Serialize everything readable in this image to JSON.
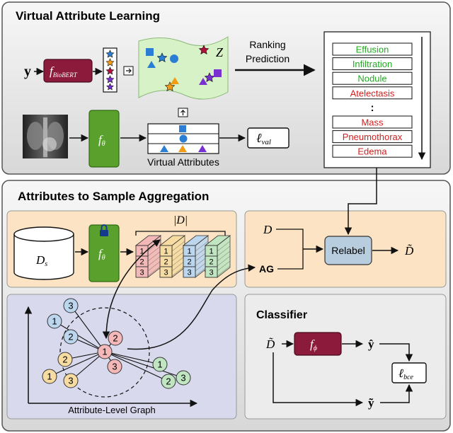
{
  "sections": {
    "virtual_attribute": {
      "title": "Virtual Attribute Learning"
    },
    "aggregation": {
      "title": "Attributes to Sample Aggregation"
    },
    "classifier": {
      "title": "Classifier"
    }
  },
  "labels": {
    "y": "y",
    "f_bert": "f",
    "f_bert_sub": "BioBERT",
    "z": "Z",
    "ranking_line1": "Ranking",
    "ranking_line2": "Prediction",
    "f_theta": "f",
    "f_theta_sub": "θ",
    "virtual_attributes": "Virtual Attributes",
    "l_val": "ℓ",
    "l_val_sub": "val",
    "d_s": "D",
    "d_s_sub": "s",
    "d_card": "|D|",
    "dots": "...",
    "d": "D",
    "ag": "AG",
    "relabel": "Relabel",
    "d_tilde_out": "D̃",
    "graph_label": "Attribute-Level Graph",
    "d_tilde_in": "D̃",
    "f_phi": "f",
    "f_phi_sub": "ϕ",
    "y_hat": "ŷ",
    "y_tilde": "ỹ",
    "l_bce": "ℓ",
    "l_bce_sub": "bce"
  },
  "rankings": [
    {
      "label": "Effusion",
      "color": "#22aa22"
    },
    {
      "label": "Infiltration",
      "color": "#22aa22"
    },
    {
      "label": "Nodule",
      "color": "#22aa22"
    },
    {
      "label": "Atelectasis",
      "color": "#d02020"
    },
    {
      "label": ":",
      "color": "#000000"
    },
    {
      "label": "Mass",
      "color": "#d02020"
    },
    {
      "label": "Pneumothorax",
      "color": "#d02020"
    },
    {
      "label": "Edema",
      "color": "#d02020"
    }
  ],
  "tensor_slices": [
    {
      "cells": [
        "1",
        "2",
        "3"
      ],
      "color": "#f4b8b8"
    },
    {
      "cells": [
        "1",
        "2",
        "3"
      ],
      "color": "#f6dca0"
    },
    {
      "cells": [
        "1",
        "2",
        "3"
      ],
      "color": "#bcd6ee"
    },
    {
      "cells": [
        "1",
        "2",
        "3"
      ],
      "color": "#bfe6c0"
    }
  ],
  "graph_nodes": [
    {
      "label": "1",
      "fill": "#f4b8b8",
      "role": "center"
    },
    {
      "label": "2",
      "fill": "#f4b8b8"
    },
    {
      "label": "3",
      "fill": "#f4b8b8"
    },
    {
      "label": "3",
      "fill": "#bcd6ee"
    },
    {
      "label": "1",
      "fill": "#bcd6ee"
    },
    {
      "label": "2",
      "fill": "#bcd6ee"
    },
    {
      "label": "2",
      "fill": "#f6dca0"
    },
    {
      "label": "1",
      "fill": "#f6dca0"
    },
    {
      "label": "3",
      "fill": "#f6dca0"
    },
    {
      "label": "1",
      "fill": "#bfe6c0"
    },
    {
      "label": "2",
      "fill": "#bfe6c0"
    },
    {
      "label": "3",
      "fill": "#bfe6c0"
    }
  ],
  "colors": {
    "maroon": "#8c1a3a",
    "green": "#5aa02c",
    "orange_panel": "#fbe3c4",
    "purple_panel": "#d9d9ee",
    "gray_panel": "#ececec",
    "relabel": "#b8cede"
  }
}
